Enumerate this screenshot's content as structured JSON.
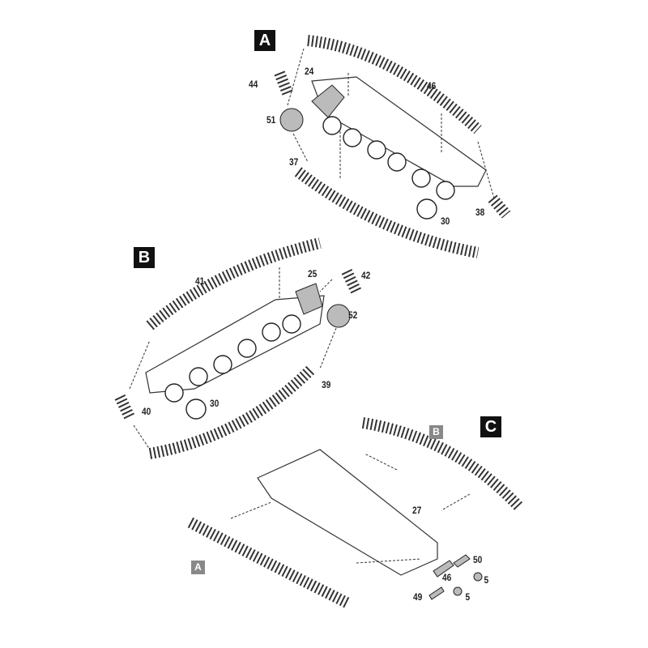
{
  "steps": {
    "a": "A",
    "b": "B",
    "c": "C"
  },
  "refs": {
    "b": "B",
    "a": "A"
  },
  "parts": {
    "a": [
      "44",
      "24",
      "46",
      "51",
      "37",
      "30",
      "38"
    ],
    "b": [
      "41",
      "25",
      "42",
      "52",
      "39",
      "30",
      "40"
    ],
    "c": [
      "27",
      "50",
      "46",
      "5",
      "5",
      "49"
    ]
  }
}
